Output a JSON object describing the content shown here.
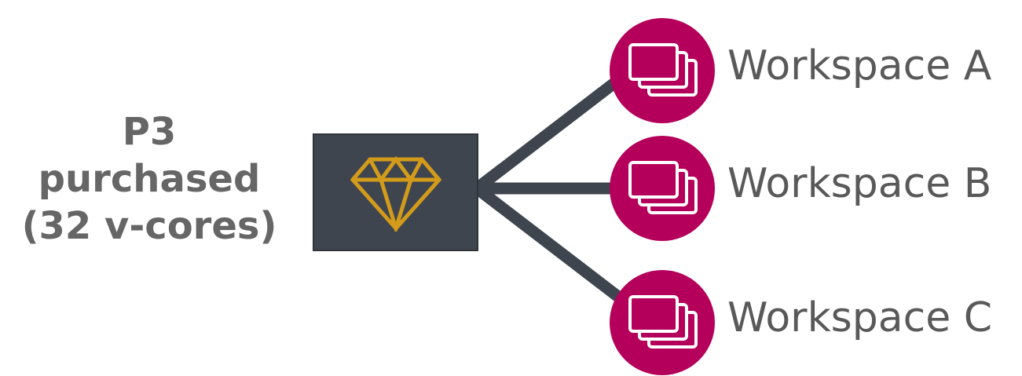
{
  "capacity": {
    "line1": "P3",
    "line2": "purchased",
    "line3": "(32 v-cores)",
    "icon": "diamond-icon"
  },
  "workspaces": [
    {
      "label": "Workspace A",
      "icon": "workspace-stack-icon"
    },
    {
      "label": "Workspace B",
      "icon": "workspace-stack-icon"
    },
    {
      "label": "Workspace C",
      "icon": "workspace-stack-icon"
    }
  ],
  "colors": {
    "capacity_box": "#3f454f",
    "diamond": "#d39b1a",
    "workspace_circle": "#b5005b",
    "connector": "#3f454f",
    "text": "#666666"
  }
}
